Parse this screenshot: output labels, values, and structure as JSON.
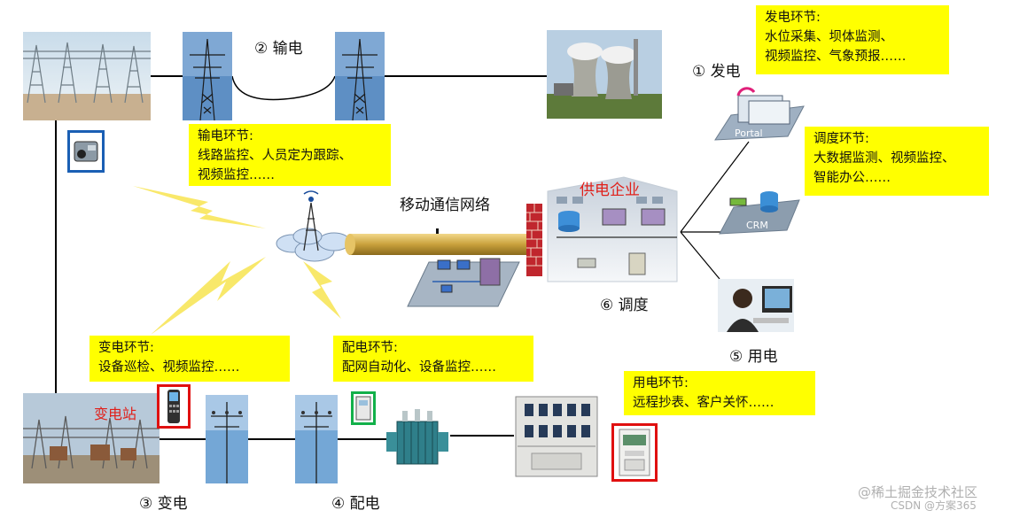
{
  "labels": {
    "generation": "① 发电",
    "transmission": "② 输电",
    "substation": "③ 变电",
    "distribution": "④ 配电",
    "consumption": "⑤ 用电",
    "dispatch": "⑥ 调度",
    "mobile_network": "移动通信网络",
    "enterprise": "供电企业",
    "substation_sign": "变电站",
    "portal": "Portal",
    "crm": "CRM"
  },
  "notes": {
    "generation": {
      "title": "发电环节:",
      "lines": [
        "水位采集、坝体监测、",
        "视频监控、气象预报……"
      ]
    },
    "transmission": {
      "title": "输电环节:",
      "lines": [
        "线路监控、人员定为跟踪、",
        "视频监控……"
      ]
    },
    "dispatch": {
      "title": "调度环节:",
      "lines": [
        "大数据监测、视频监控、",
        "智能办公……"
      ]
    },
    "substation": {
      "title": "变电环节:",
      "lines": [
        "设备巡检、视频监控……"
      ]
    },
    "distribution": {
      "title": "配电环节:",
      "lines": [
        "配网自动化、设备监控……"
      ]
    },
    "consumption": {
      "title": "用电环节:",
      "lines": [
        "远程抄表、客户关怀……"
      ]
    }
  },
  "watermarks": {
    "juejin": "@稀土掘金技术社区",
    "csdn": "CSDN @方案365"
  },
  "colors": {
    "note_bg": "#ffff00",
    "line": "#000000",
    "frame_red": "#e01010",
    "frame_green": "#12b04a",
    "frame_blue": "#1a5fb4",
    "lightning": "#f5e04a"
  }
}
